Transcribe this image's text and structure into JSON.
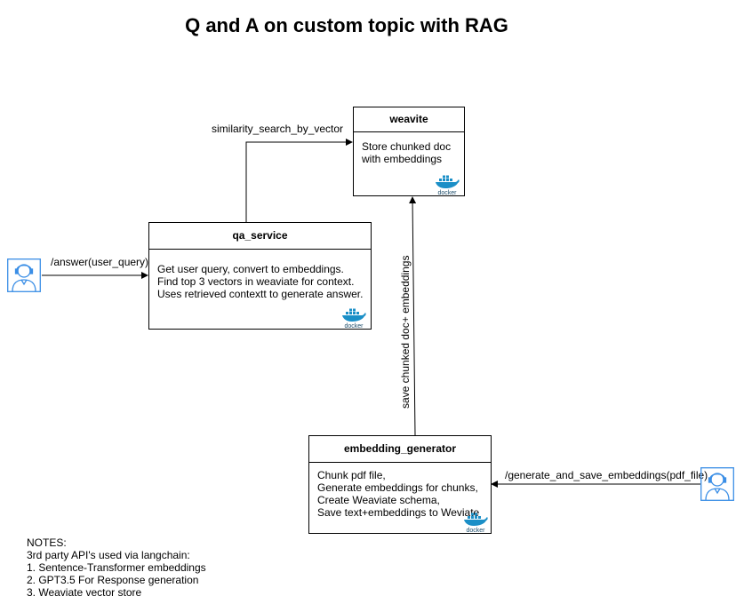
{
  "title": "Q and A on custom topic with RAG",
  "nodes": {
    "weavite": {
      "header": "weavite",
      "lines": [
        "Store chunked doc",
        "with embeddings"
      ],
      "badge": "docker"
    },
    "qa_service": {
      "header": "qa_service",
      "lines": [
        "Get user query, convert to embeddings.",
        "Find top 3 vectors in weaviate for context.",
        "Uses retrieved contextt to generate answer."
      ],
      "badge": "docker"
    },
    "embedding_generator": {
      "header": "embedding_generator",
      "lines": [
        "Chunk pdf file,",
        "Generate embeddings for chunks,",
        "Create Weaviate schema,",
        "Save text+embeddings to Weviate"
      ],
      "badge": "docker"
    }
  },
  "edges": {
    "answer": "/answer(user_query)",
    "similarity": "similarity_search_by_vector",
    "save": "save chunked doc+  embeddings",
    "generate": "/generate_and_save_embeddings(pdf_file)"
  },
  "notes": {
    "heading": "NOTES:",
    "lines": [
      "3rd party API's used via langchain:",
      "1. Sentence-Transformer embeddings",
      "2. GPT3.5 For Response generation",
      "3. Weaviate vector store"
    ]
  },
  "colors": {
    "user_icon": "#3a8ee6",
    "docker_whale": "#1b8fc7"
  }
}
